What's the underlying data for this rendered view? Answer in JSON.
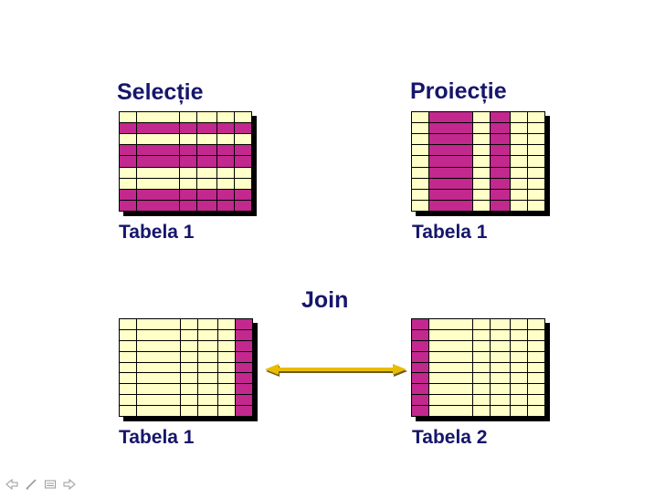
{
  "colors": {
    "text": "#16166b",
    "cell": "#ffffc8",
    "highlight": "#c2288e",
    "grid_line": "#000000",
    "arrow": "#e8bc00"
  },
  "selection": {
    "title": "Selecție",
    "caption": "Tabela 1",
    "columns": 6,
    "rows": 9,
    "highlighted_rows": [
      1,
      3,
      4,
      7,
      8
    ],
    "highlighted_columns": []
  },
  "projection": {
    "title": "Proiecție",
    "caption": "Tabela 1",
    "columns": 6,
    "rows": 9,
    "highlighted_rows": [],
    "highlighted_columns": [
      1,
      3
    ]
  },
  "join": {
    "title": "Join",
    "left_table": {
      "caption": "Tabela 1",
      "columns": 6,
      "rows": 9,
      "highlighted_rows": [],
      "highlighted_columns": [
        5
      ]
    },
    "right_table": {
      "caption": "Tabela 2",
      "columns": 6,
      "rows": 9,
      "highlighted_rows": [],
      "highlighted_columns": [
        0
      ]
    },
    "arrow": "double-headed"
  },
  "navigation": {
    "icons": [
      "arrow-left-icon",
      "pen-icon",
      "menu-icon",
      "arrow-right-icon"
    ]
  }
}
